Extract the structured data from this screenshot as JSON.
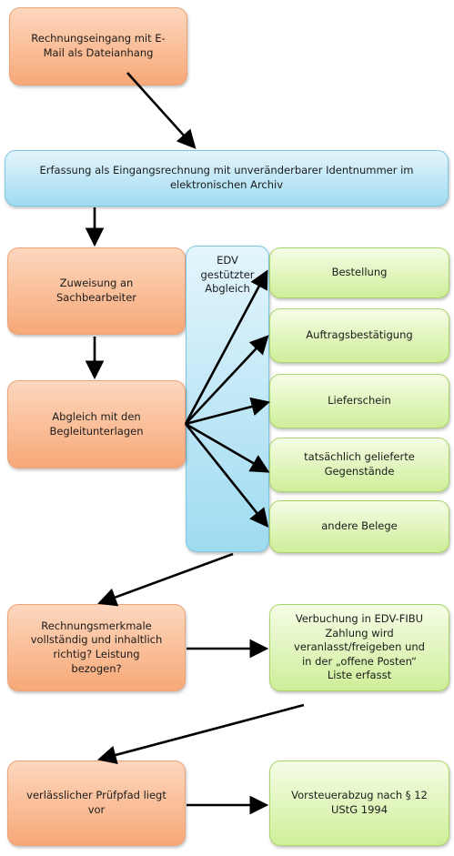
{
  "boxes": {
    "eingang": "Rechnungseingang mit E-Mail als Dateianhang",
    "erfassung": "Erfassung als Eingangsrechnung mit unveränderbarer Identnummer im elektronischen Archiv",
    "zuweisung": "Zuweisung an Sachbearbeiter",
    "edv": "EDV gestützter Abgleich",
    "abgleich": "Abgleich mit den Begleitunterlagen",
    "bestellung": "Bestellung",
    "auftrag": "Auftragsbestätigung",
    "lieferschein": "Lieferschein",
    "gegenstaende": "tatsächlich gelieferte Gegenstände",
    "belege": "andere Belege",
    "merkmale": "Rechnungsmerkmale vollständig und inhaltlich richtig? Leistung bezogen?",
    "verbuchung": "Verbuchung in EDV-FIBU Zahlung wird veranlasst/freigeben und in der „offene Posten“ Liste erfasst",
    "pruefpfad": "verlässlicher Prüfpfad liegt vor",
    "vorsteuer": "Vorsteuerabzug nach § 12 UStG 1994"
  },
  "colors": {
    "orange": "#f7a877",
    "blue": "#9fdbf1",
    "green": "#cfee99",
    "arrow": "#000000"
  }
}
